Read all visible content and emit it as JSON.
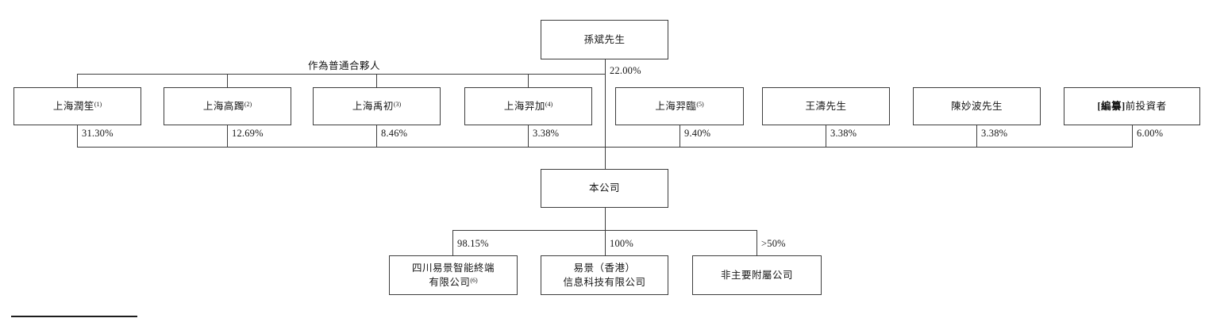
{
  "diagram": {
    "top_holder": {
      "name": "孫斌先生",
      "pct": "22.00%"
    },
    "gp_label": "作為普通合夥人",
    "shareholders": [
      {
        "bold": "",
        "name": "上海潤笙",
        "sup": "(1)",
        "pct": "31.30%"
      },
      {
        "bold": "",
        "name": "上海高躅",
        "sup": "(2)",
        "pct": "12.69%"
      },
      {
        "bold": "",
        "name": "上海禹初",
        "sup": "(3)",
        "pct": "8.46%"
      },
      {
        "bold": "",
        "name": "上海羿加",
        "sup": "(4)",
        "pct": "3.38%"
      },
      {
        "bold": "",
        "name": "上海羿臨",
        "sup": "(5)",
        "pct": "9.40%"
      },
      {
        "bold": "",
        "name": "王濤先生",
        "sup": "",
        "pct": "3.38%"
      },
      {
        "bold": "",
        "name": "陳妙波先生",
        "sup": "",
        "pct": "3.38%"
      },
      {
        "bold": "[編纂]",
        "name": "前投資者",
        "sup": "",
        "pct": "6.00%"
      }
    ],
    "company": {
      "name": "本公司"
    },
    "subsidiaries": [
      {
        "line1": "四川易景智能終端",
        "line2": "有限公司",
        "sup": "(6)",
        "pct": "98.15%"
      },
      {
        "line1": "易景（香港）",
        "line2": "信息科技有限公司",
        "sup": "",
        "pct": "100%"
      },
      {
        "line1": "非主要附屬公司",
        "line2": "",
        "sup": "",
        "pct": ">50%"
      }
    ]
  }
}
